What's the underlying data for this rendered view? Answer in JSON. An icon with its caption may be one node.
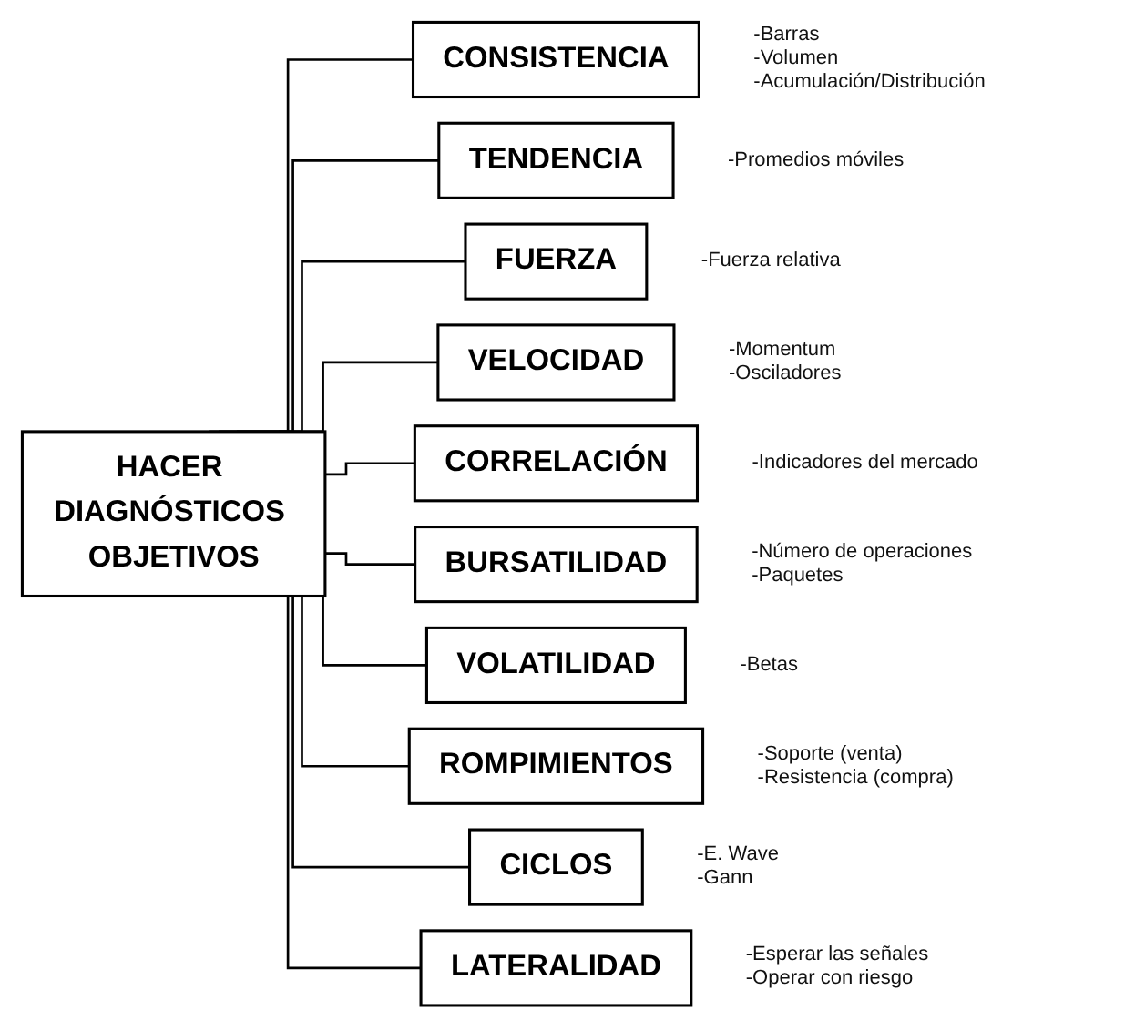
{
  "diagram": {
    "nodes": [
      {
        "text": [
          "HACER DIAGNÓSTICOS OBJETIVOS"
        ]
      },
      {
        "text": [
          "CONSISTENCIA"
        ],
        "beside": [
          "-Barras",
          "-Volumen",
          "-Acumulación/Distribución"
        ]
      },
      {
        "text": [
          "TENDENCIA"
        ],
        "beside": [
          "-Promedios móviles"
        ]
      },
      {
        "text": [
          "FUERZA"
        ],
        "beside": [
          "-Fuerza relativa"
        ]
      },
      {
        "text": [
          "VELOCIDAD"
        ],
        "beside": [
          "-Momentum",
          "-Osciladores"
        ]
      },
      {
        "text": [
          "CORRELACIÓN"
        ],
        "beside": [
          "-Indicadores del mercado"
        ]
      },
      {
        "text": [
          "BURSATILIDAD"
        ],
        "beside": [
          "-Número de operaciones",
          "-Paquetes"
        ]
      },
      {
        "text": [
          "VOLATILIDAD"
        ],
        "beside": [
          "-Betas"
        ]
      },
      {
        "text": [
          "ROMPIMIENTOS"
        ],
        "beside": [
          "-Soporte (venta)",
          "-Resistencia (compra)"
        ]
      },
      {
        "text": [
          "CICLOS"
        ],
        "beside": [
          "-E. Wave",
          "-Gann"
        ]
      },
      {
        "text": [
          "LATERALIDAD"
        ],
        "beside": [
          "-Esperar las señales",
          "-Operar con riesgo"
        ]
      }
    ],
    "edges": [
      {
        "from": 0,
        "to": 1,
        "arrow": "none"
      },
      {
        "from": 0,
        "to": 2,
        "arrow": "none"
      },
      {
        "from": 0,
        "to": 3,
        "arrow": "none"
      },
      {
        "from": 0,
        "to": 4,
        "arrow": "none"
      },
      {
        "from": 0,
        "to": 5,
        "arrow": "none"
      },
      {
        "from": 0,
        "to": 6,
        "arrow": "none"
      },
      {
        "from": 0,
        "to": 7,
        "arrow": "none"
      },
      {
        "from": 0,
        "to": 8,
        "arrow": "none"
      },
      {
        "from": 0,
        "to": 9,
        "arrow": "none"
      },
      {
        "from": 0,
        "to": 10,
        "arrow": "none"
      }
    ]
  }
}
